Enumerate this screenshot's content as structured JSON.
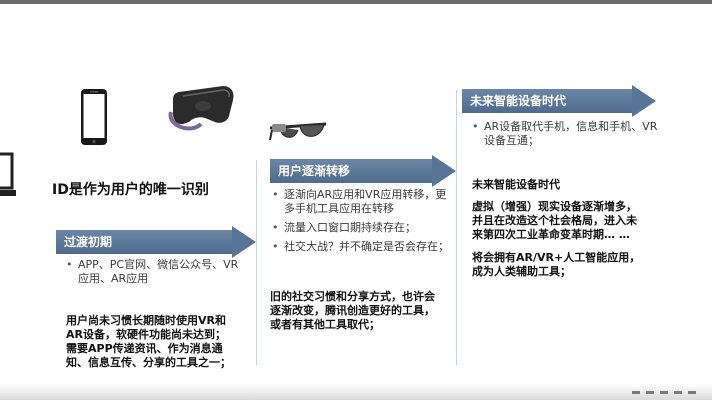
{
  "identity_title": "ID是作为用户的唯一识别",
  "stages": [
    {
      "label": "过渡初期",
      "bullets": [
        "APP、PC官网、微信公众号、VR应用、AR应用"
      ],
      "note": "用户尚未习惯长期随时使用VR和\nAR设备，软硬件功能尚未达到；\n需要APP传递资讯、作为消息通\n知、信息互传、分享的工具之一；"
    },
    {
      "label": "用户逐渐转移",
      "bullets": [
        "逐渐向AR应用和VR应用转移，更多手机工具应用在转移",
        "流量入口窗口期持续存在；",
        "社交大战？并不确定是否会存在；"
      ],
      "note": "旧的社交习惯和分享方式，也许会\n逐渐改变，腾讯创造更好的工具，\n或者有其他工具取代；"
    },
    {
      "label": "未来智能设备时代",
      "bullets": [
        "AR设备取代手机，信息和手机、VR设备互通；"
      ],
      "heading": "未来智能设备时代",
      "note": "虚拟（增强）现实设备逐渐增多，\n并且在改造这个社会格局，进入未\n来第四次工业革命变革时期… …",
      "note2": "将会拥有AR/VR+人工智能应用，\n成为人类辅助工具；"
    }
  ],
  "colors": {
    "arrow": "#587597",
    "top_border": "#6b6b6b",
    "divider": "#c9d3de"
  },
  "icons": [
    "laptop-icon",
    "smartphone-icon",
    "vr-headset-icon",
    "ar-glasses-icon"
  ]
}
